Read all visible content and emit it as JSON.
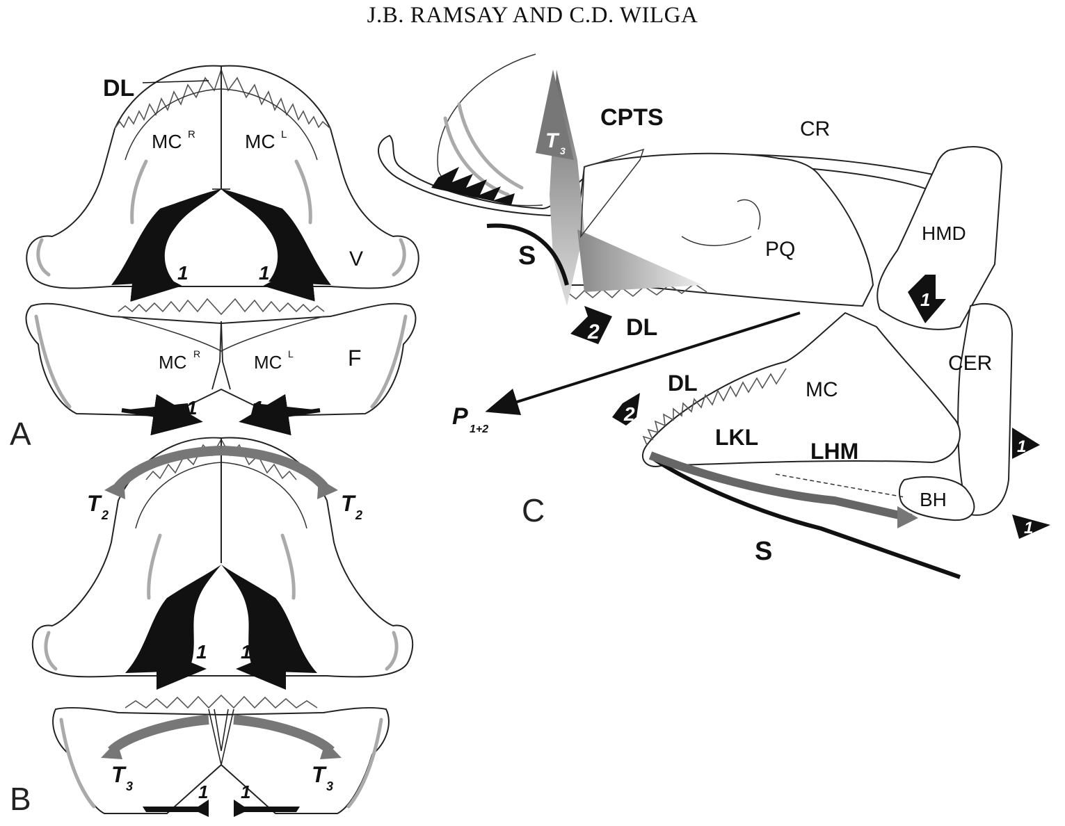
{
  "header": {
    "title": "J.B. RAMSAY AND C.D. WILGA"
  },
  "panels": {
    "a": "A",
    "b": "B",
    "c": "C"
  },
  "labels_a": {
    "dl": "DL",
    "mc_r": "MC",
    "mc_l": "MC",
    "sup_r": "R",
    "sup_l": "L",
    "v": "V",
    "f": "F",
    "one": "1"
  },
  "labels_b": {
    "t2": "T",
    "t2_sub": "2",
    "t3": "T",
    "t3_sub": "3",
    "one": "1"
  },
  "labels_c": {
    "cpts": "CPTS",
    "cr": "CR",
    "hmd": "HMD",
    "pq": "PQ",
    "s": "S",
    "dl": "DL",
    "cer": "CER",
    "mc": "MC",
    "lkl": "LKL",
    "lhm": "LHM",
    "bh": "BH",
    "p": "P",
    "p_sub": "1+2",
    "t": "T",
    "t_sub": "3",
    "one": "1",
    "two": "2"
  },
  "colors": {
    "ink": "#111111",
    "grey_arrow": "#777777",
    "cartilage": "#aaaaaa"
  }
}
